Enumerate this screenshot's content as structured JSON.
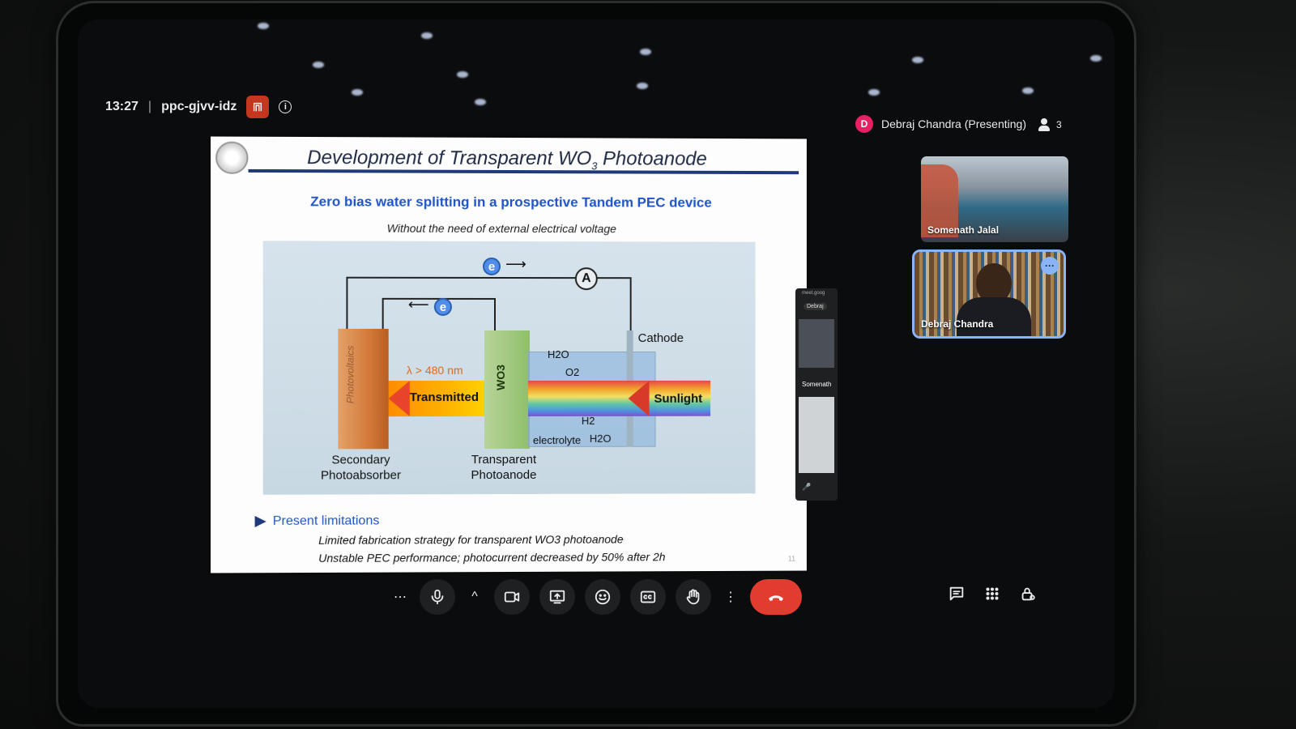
{
  "meeting": {
    "time": "13:27",
    "separator": "|",
    "code": "ppc-gjvv-idz"
  },
  "presenter": {
    "initial": "D",
    "label": "Debraj Chandra (Presenting)",
    "participant_count": "3"
  },
  "slide": {
    "title_pre": "Development of Transparent WO",
    "title_sub": "3",
    "title_post": " Photoanode",
    "subtitle": "Zero bias water splitting in a prospective Tandem PEC device",
    "tagline": "Without the need of external electrical voltage",
    "diagram": {
      "electron": "e",
      "ammeter": "A",
      "cathode": "Cathode",
      "wavelength": "λ > 480 nm",
      "transmitted": "Transmitted",
      "sunlight": "Sunlight",
      "photovoltaics": "Photovoltaics",
      "wo3": "WO3",
      "h2o_top": "H2O",
      "o2": "O2",
      "h2": "H2",
      "h2o_bottom": "H2O",
      "electrolyte": "electrolyte",
      "secondary_label": "Secondary\nPhotoabsorber",
      "transparent_label": "Transparent\nPhotoanode"
    },
    "limitations_heading": "Present limitations",
    "limitations": [
      "Limited fabrication strategy for transparent WO3 photoanode",
      "Unstable PEC performance; photocurrent decreased by 50% after 2h"
    ],
    "page_number": "11"
  },
  "filmstrip": {
    "top_label": "meet.goog",
    "presenter_short": "Debraj",
    "tile_name": "Somenath"
  },
  "participants": [
    {
      "name": "Somenath Jalal",
      "active": false
    },
    {
      "name": "Debraj Chandra",
      "active": true
    }
  ],
  "controls": {
    "more_left": "⋯",
    "caret": "^",
    "kebab": "⋮"
  },
  "colors": {
    "accent": "#8ab4f8",
    "hangup": "#e23b30",
    "presenter_avatar": "#e91e63",
    "slide_title_rule": "#1f3a78",
    "slide_subtitle": "#1f55c8"
  }
}
